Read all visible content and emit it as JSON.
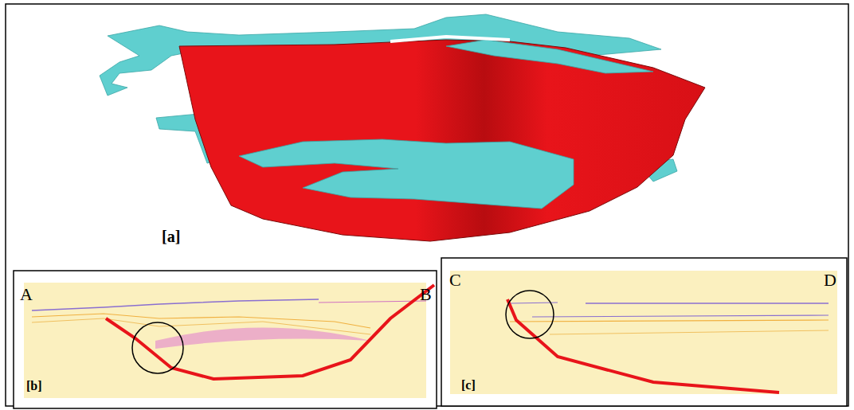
{
  "diagram": {
    "labels": [
      "[a]",
      "A",
      "B",
      "[b]",
      "C",
      "D",
      "[c]"
    ]
  }
}
